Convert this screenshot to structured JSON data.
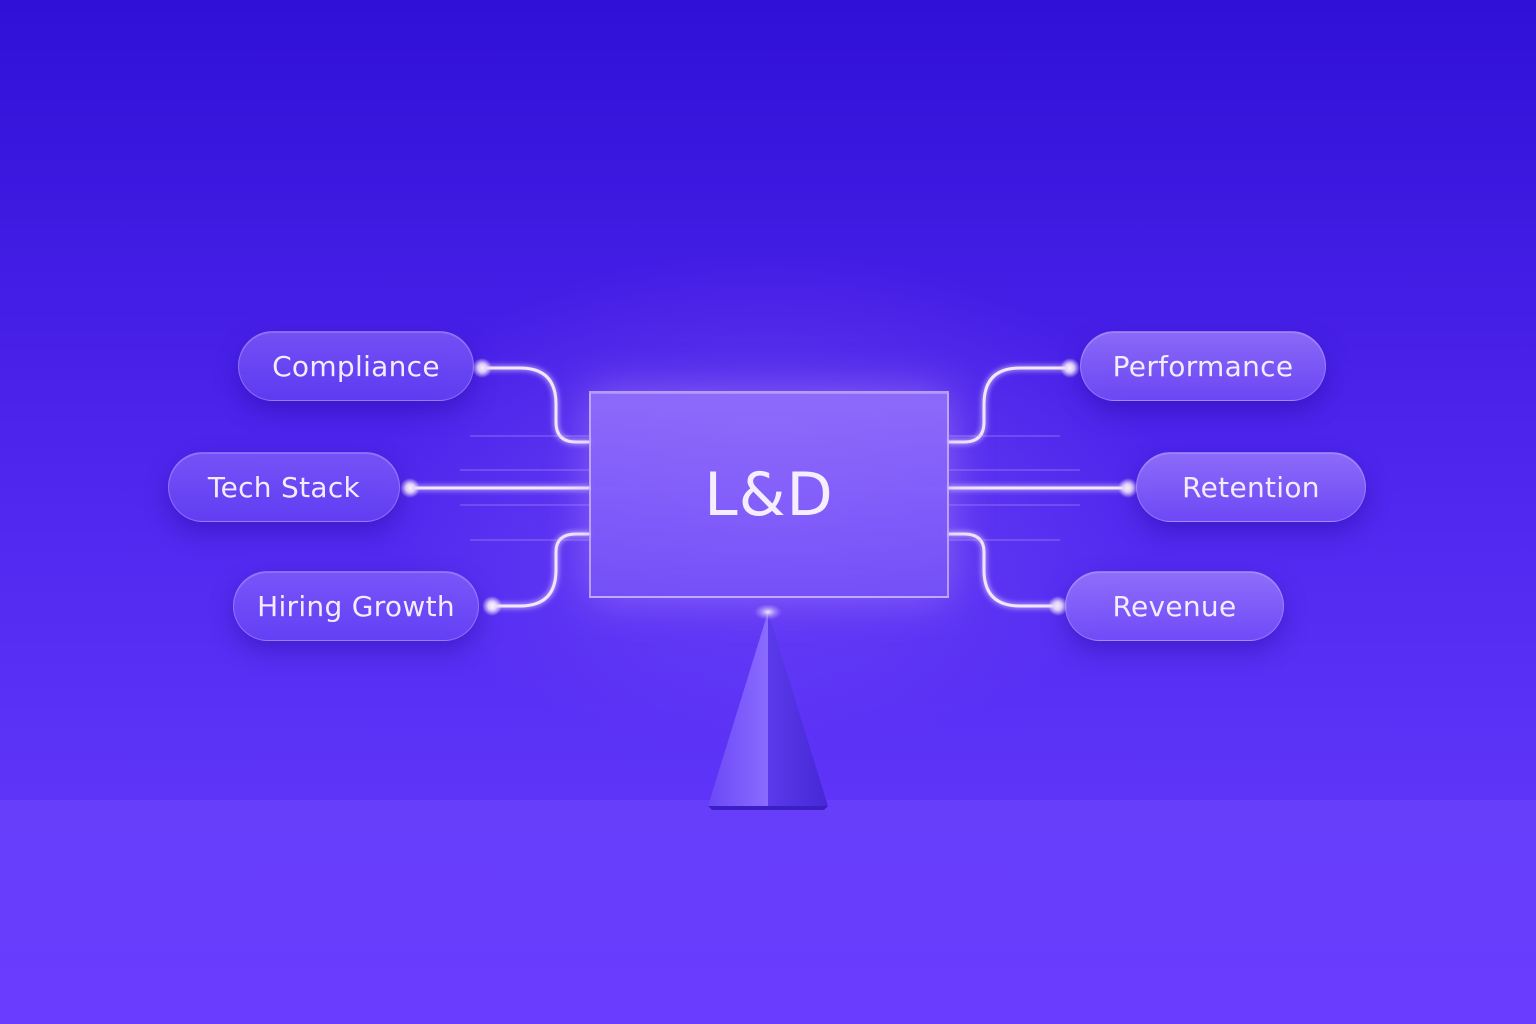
{
  "center": {
    "label": "L&D"
  },
  "left_nodes": [
    {
      "label": "Compliance"
    },
    {
      "label": "Tech Stack"
    },
    {
      "label": "Hiring Growth"
    }
  ],
  "right_nodes": [
    {
      "label": "Performance"
    },
    {
      "label": "Retention"
    },
    {
      "label": "Revenue"
    }
  ],
  "colors": {
    "background_top": "#3010d6",
    "background_bottom": "#6a3cff",
    "wire": "#f3e6ff",
    "text": "#f1ecff"
  }
}
